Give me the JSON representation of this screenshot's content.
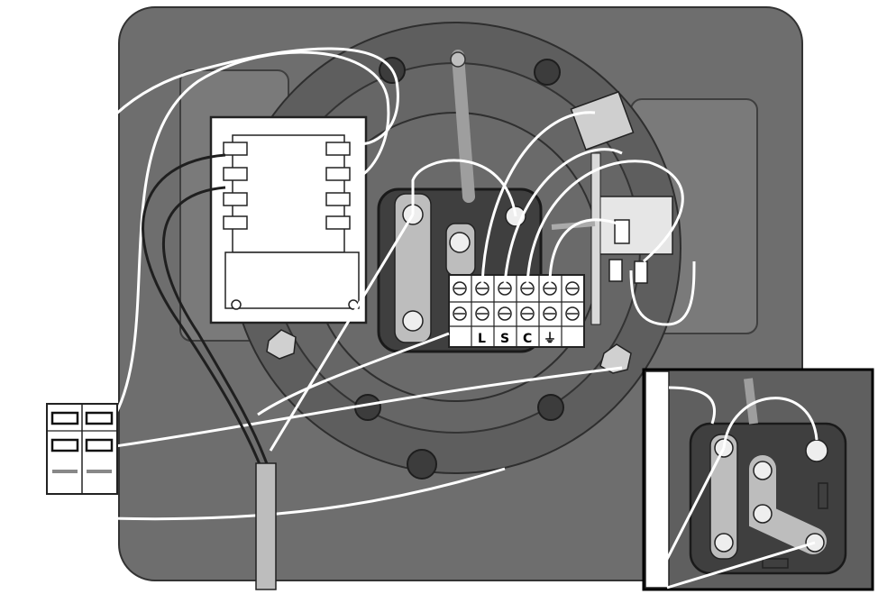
{
  "diagram": {
    "terminal_labels": [
      "L",
      "S",
      "C",
      "⏚"
    ],
    "colors": {
      "background": "#ffffff",
      "plate": "#6b6b6b",
      "plate_dark": "#4a4a4a",
      "ring": "#5a5a5a",
      "wire": "#ffffff",
      "wire_dark": "#222222",
      "component": "#ffffff",
      "bar": "#bdbdbd"
    },
    "inset": {
      "shown": true
    }
  }
}
